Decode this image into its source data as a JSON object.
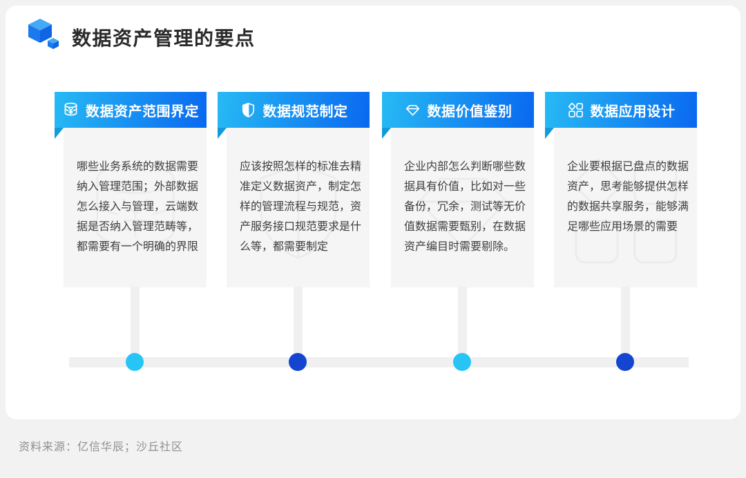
{
  "page": {
    "title": "数据资产管理的要点",
    "source": "资料来源：亿信华辰；沙丘社区"
  },
  "colors": {
    "page_background": "#F2F2F3",
    "header_gradient_start": "#27BAF4",
    "header_gradient_end": "#0968EF",
    "fold": "#129BDB",
    "card_body_background": "#F5F5F6",
    "timeline_gray": "#F0F0F1",
    "dot_cyan": "#27C4F6",
    "dot_blue": "#1345D1"
  },
  "cards": [
    {
      "icon": "database-yuan-icon",
      "title": "数据资产范围界定",
      "body": "哪些业务系统的数据需要纳入管理范围；外部数据怎么接入与管理，云端数据是否纳入管理范畴等，都需要有一个明确的界限",
      "dot_color": "#27C4F6"
    },
    {
      "icon": "shield-icon",
      "title": "数据规范制定",
      "body": "应该按照怎样的标准去精准定义数据资产，制定怎样的管理流程与规范，资产服务接口规范要求是什么等，都需要制定",
      "dot_color": "#1345D1"
    },
    {
      "icon": "diamond-icon",
      "title": "数据价值鉴别",
      "body": "企业内部怎么判断哪些数据具有价值，比如对一些备份，冗余，测试等无价值数据需要甄别，在数据资产编目时需要剔除。",
      "dot_color": "#27C4F6"
    },
    {
      "icon": "app-grid-icon",
      "title": "数据应用设计",
      "body": "企业要根据已盘点的数据资产，思考能够提供怎样的数据共享服务，能够满足哪些应用场景的需要",
      "dot_color": "#1345D1"
    }
  ]
}
